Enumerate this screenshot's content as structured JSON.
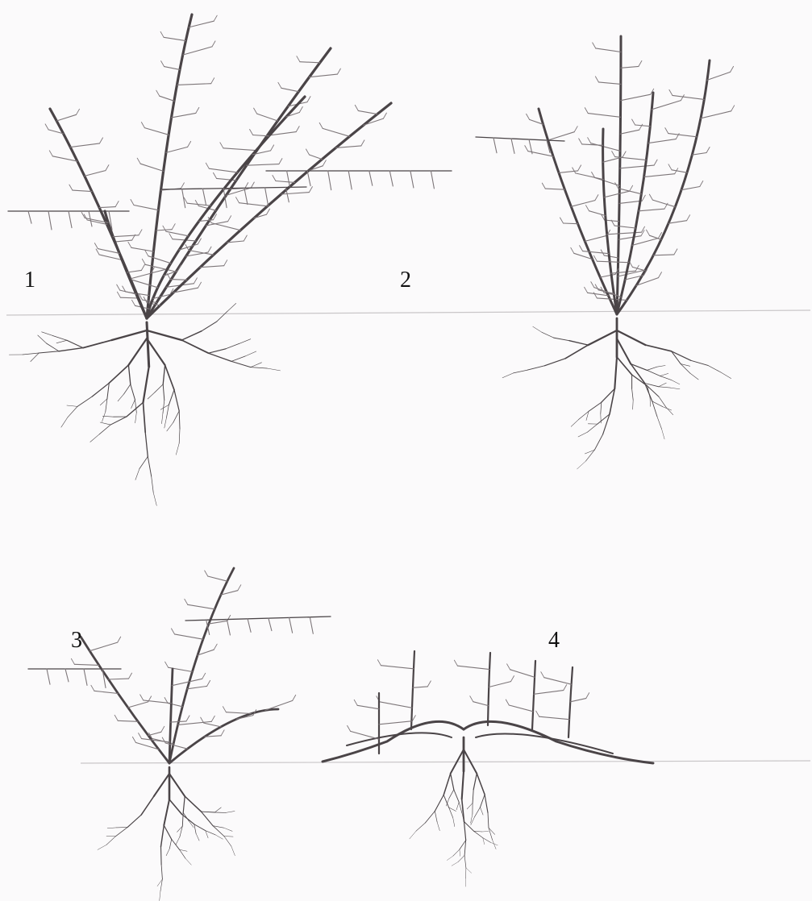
{
  "figure": {
    "labels": [
      "1",
      "2",
      "3",
      "4"
    ],
    "colors": {
      "paper": "#fbfafb",
      "pencil": "#4a4447",
      "pencil_light": "#7d7679",
      "ground_line": "#c9c6c8",
      "label_text": "#111111"
    }
  }
}
